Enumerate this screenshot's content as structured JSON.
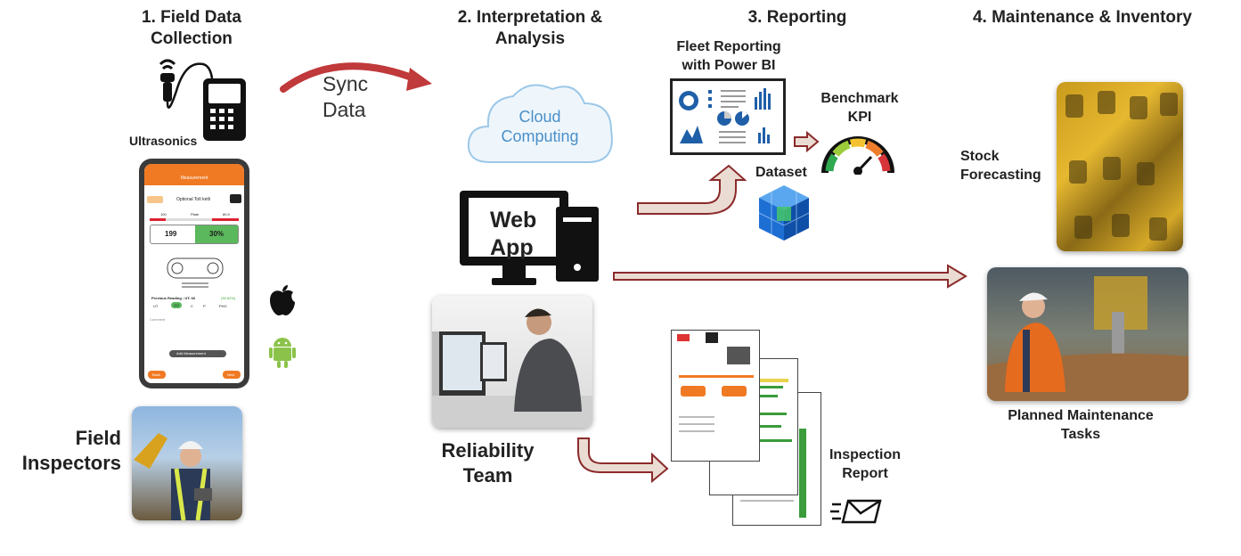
{
  "steps": {
    "s1_line1": "1. Field Data",
    "s1_line2": "Collection",
    "s2_line1": "2. Interpretation &",
    "s2_line2": "Analysis",
    "s3": "3. Reporting",
    "s4": "4. Maintenance & Inventory"
  },
  "field": {
    "ultrasonics": "Ultrasonics",
    "inspectors_line1": "Field",
    "inspectors_line2": "Inspectors",
    "phone": {
      "header": "Measurement",
      "subtitle": "Optional Tolt ketli",
      "scale": [
        "100",
        "Plate",
        "80.9"
      ],
      "reading": "199",
      "percent": "30%",
      "previous": "Previous Reading : UT: 66",
      "previous_pct": "(30.62%)",
      "modes": [
        "UT",
        "GO",
        "C",
        "P",
        "PHO"
      ],
      "comment": "Comment",
      "add_btn": "Add Measurement",
      "back": "Back",
      "next": "Next"
    }
  },
  "sync": {
    "line1": "Sync",
    "line2": "Data"
  },
  "cloud": {
    "line1": "Cloud",
    "line2": "Computing"
  },
  "webapp": {
    "line1": "Web",
    "line2": "App"
  },
  "team": {
    "line1": "Reliability",
    "line2": "Team"
  },
  "reporting": {
    "fleet_line1": "Fleet Reporting",
    "fleet_line2": "with Power BI",
    "benchmark_line1": "Benchmark",
    "benchmark_line2": "KPI",
    "dataset": "Dataset",
    "inspection_line1": "Inspection",
    "inspection_line2": "Report"
  },
  "maintenance": {
    "stock_line1": "Stock",
    "stock_line2": "Forecasting",
    "planned_line1": "Planned Maintenance",
    "planned_line2": "Tasks"
  },
  "colors": {
    "arrow_fill": "#eadcd3",
    "arrow_stroke": "#8b2b2b",
    "sync_arc": "#c0393b",
    "phone_orange": "#f07a24",
    "gauge": [
      "#2fa84f",
      "#9ccc3c",
      "#f2c230",
      "#ee7d2b",
      "#d7353a"
    ],
    "cube": "#1d6fd3"
  }
}
